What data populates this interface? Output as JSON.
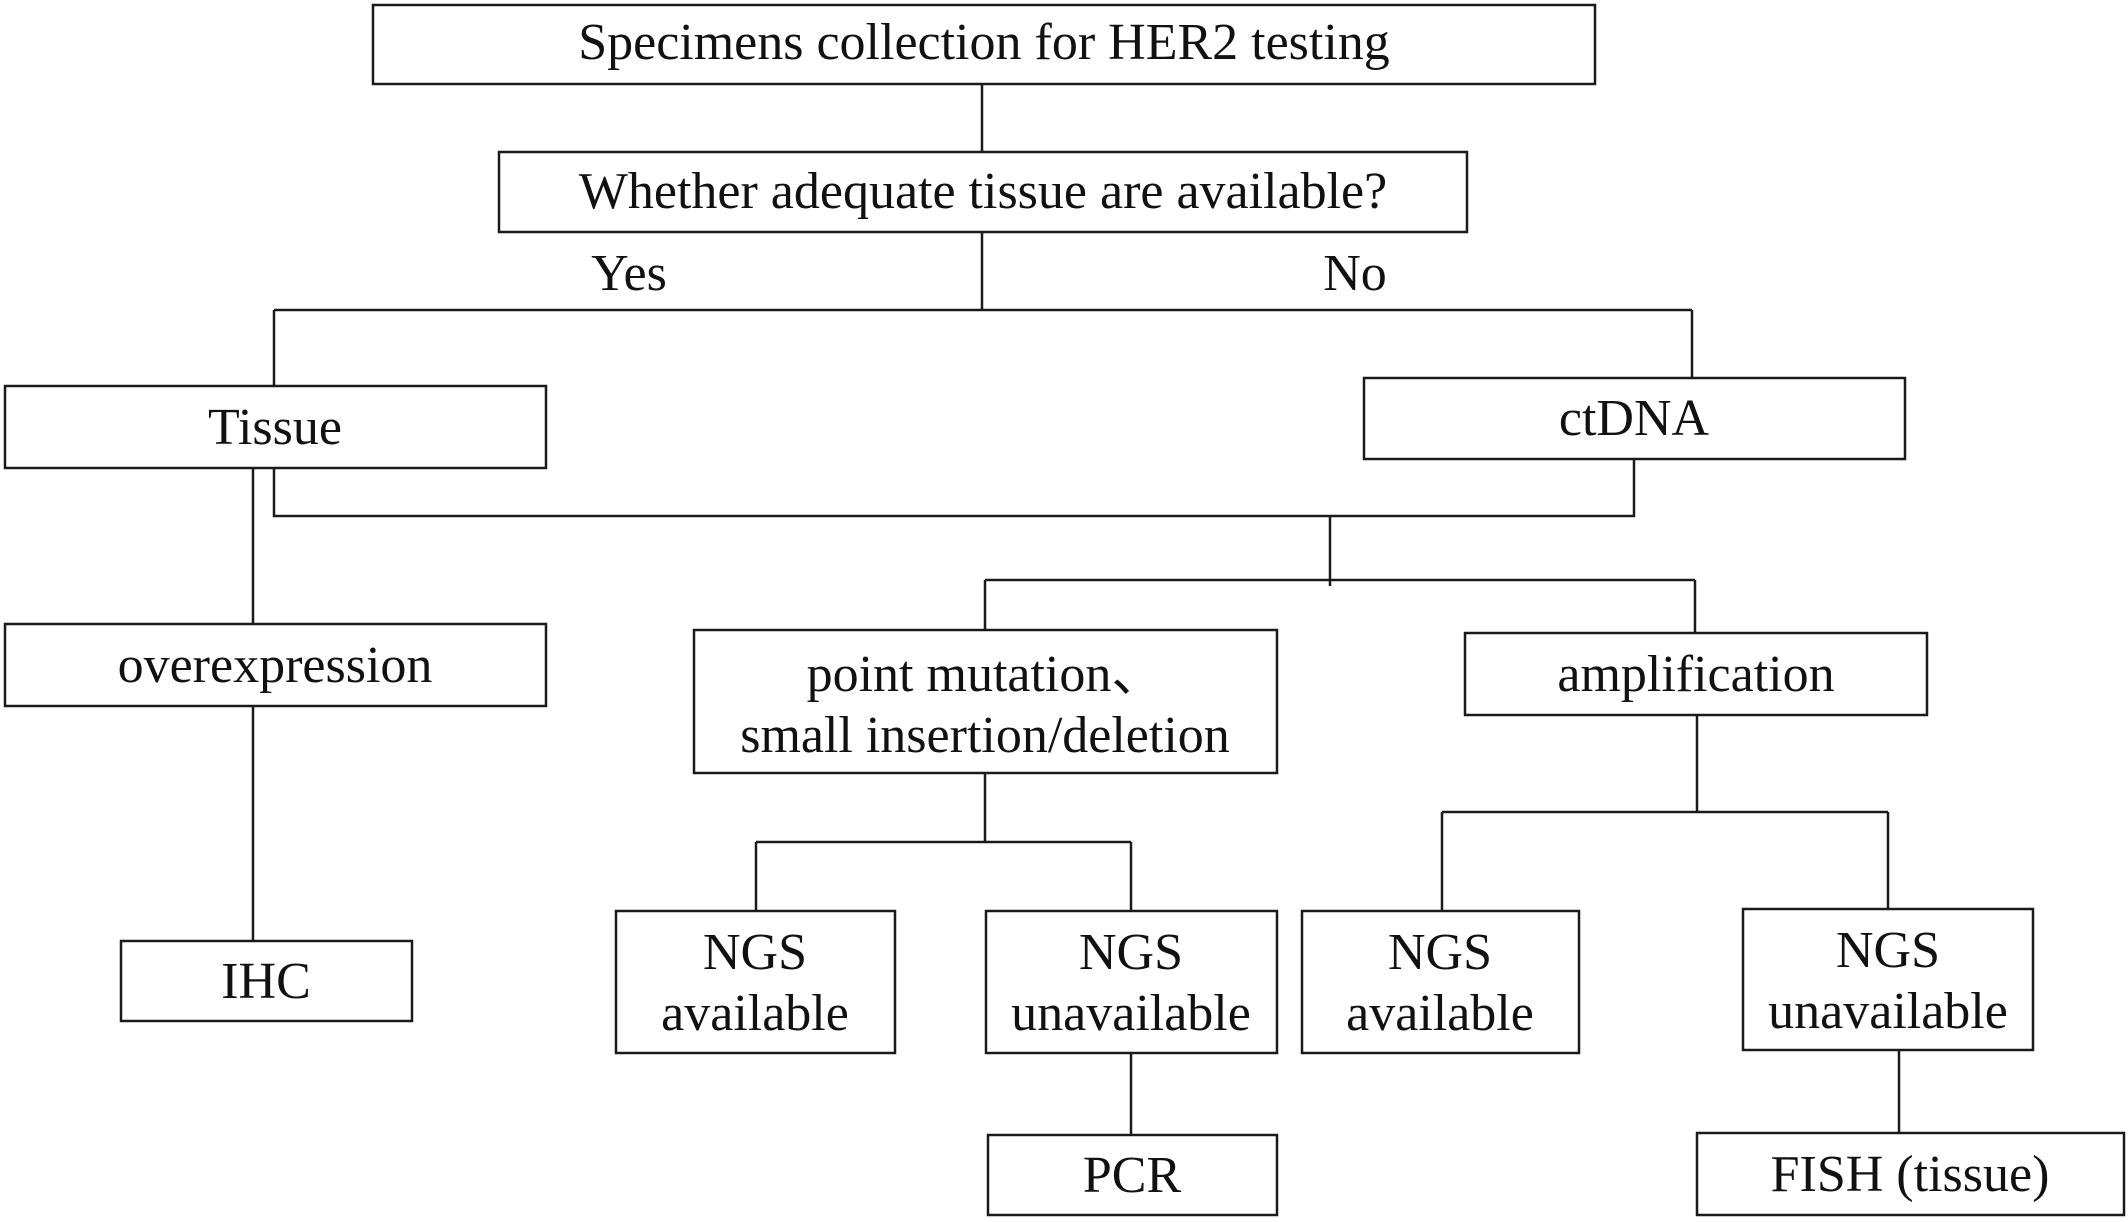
{
  "diagram": {
    "nodes": {
      "root": "Specimens collection for HER2 testing",
      "question": "Whether adequate tissue are available?",
      "tissue": "Tissue",
      "ctdna": "ctDNA",
      "overexpression": "overexpression",
      "point_mutation_line1": "point mutation、",
      "point_mutation_line2": "small insertion/deletion",
      "amplification": "amplification",
      "ihc": "IHC",
      "pm_ngs_available_line1": "NGS",
      "pm_ngs_available_line2": "available",
      "pm_ngs_unavailable_line1": "NGS",
      "pm_ngs_unavailable_line2": "unavailable",
      "amp_ngs_available_line1": "NGS",
      "amp_ngs_available_line2": "available",
      "amp_ngs_unavailable_line1": "NGS",
      "amp_ngs_unavailable_line2": "unavailable",
      "pcr": "PCR",
      "fish": "FISH (tissue)"
    },
    "edge_labels": {
      "yes": "Yes",
      "no": "No"
    }
  }
}
